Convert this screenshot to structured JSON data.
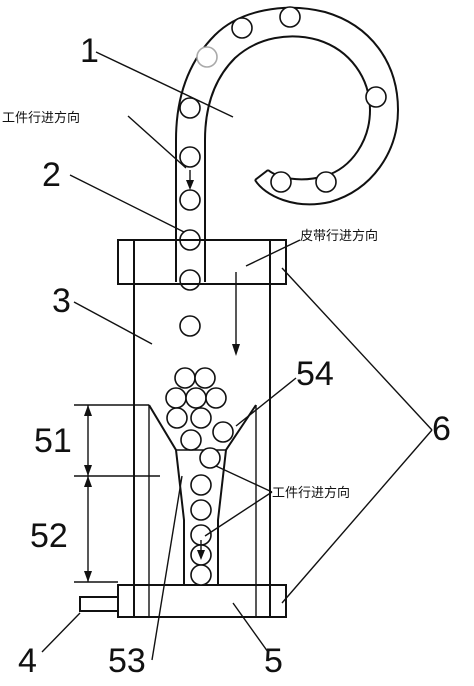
{
  "labels": {
    "l1": "1",
    "l2": "2",
    "l3": "3",
    "l4": "4",
    "l5": "5",
    "l6": "6",
    "l51": "51",
    "l52": "52",
    "l53": "53",
    "l54": "54"
  },
  "annotations": {
    "workpiece_direction_top": "工件行进方向",
    "belt_direction": "皮带行进方向",
    "workpiece_direction_bottom": "工件行进方向"
  }
}
